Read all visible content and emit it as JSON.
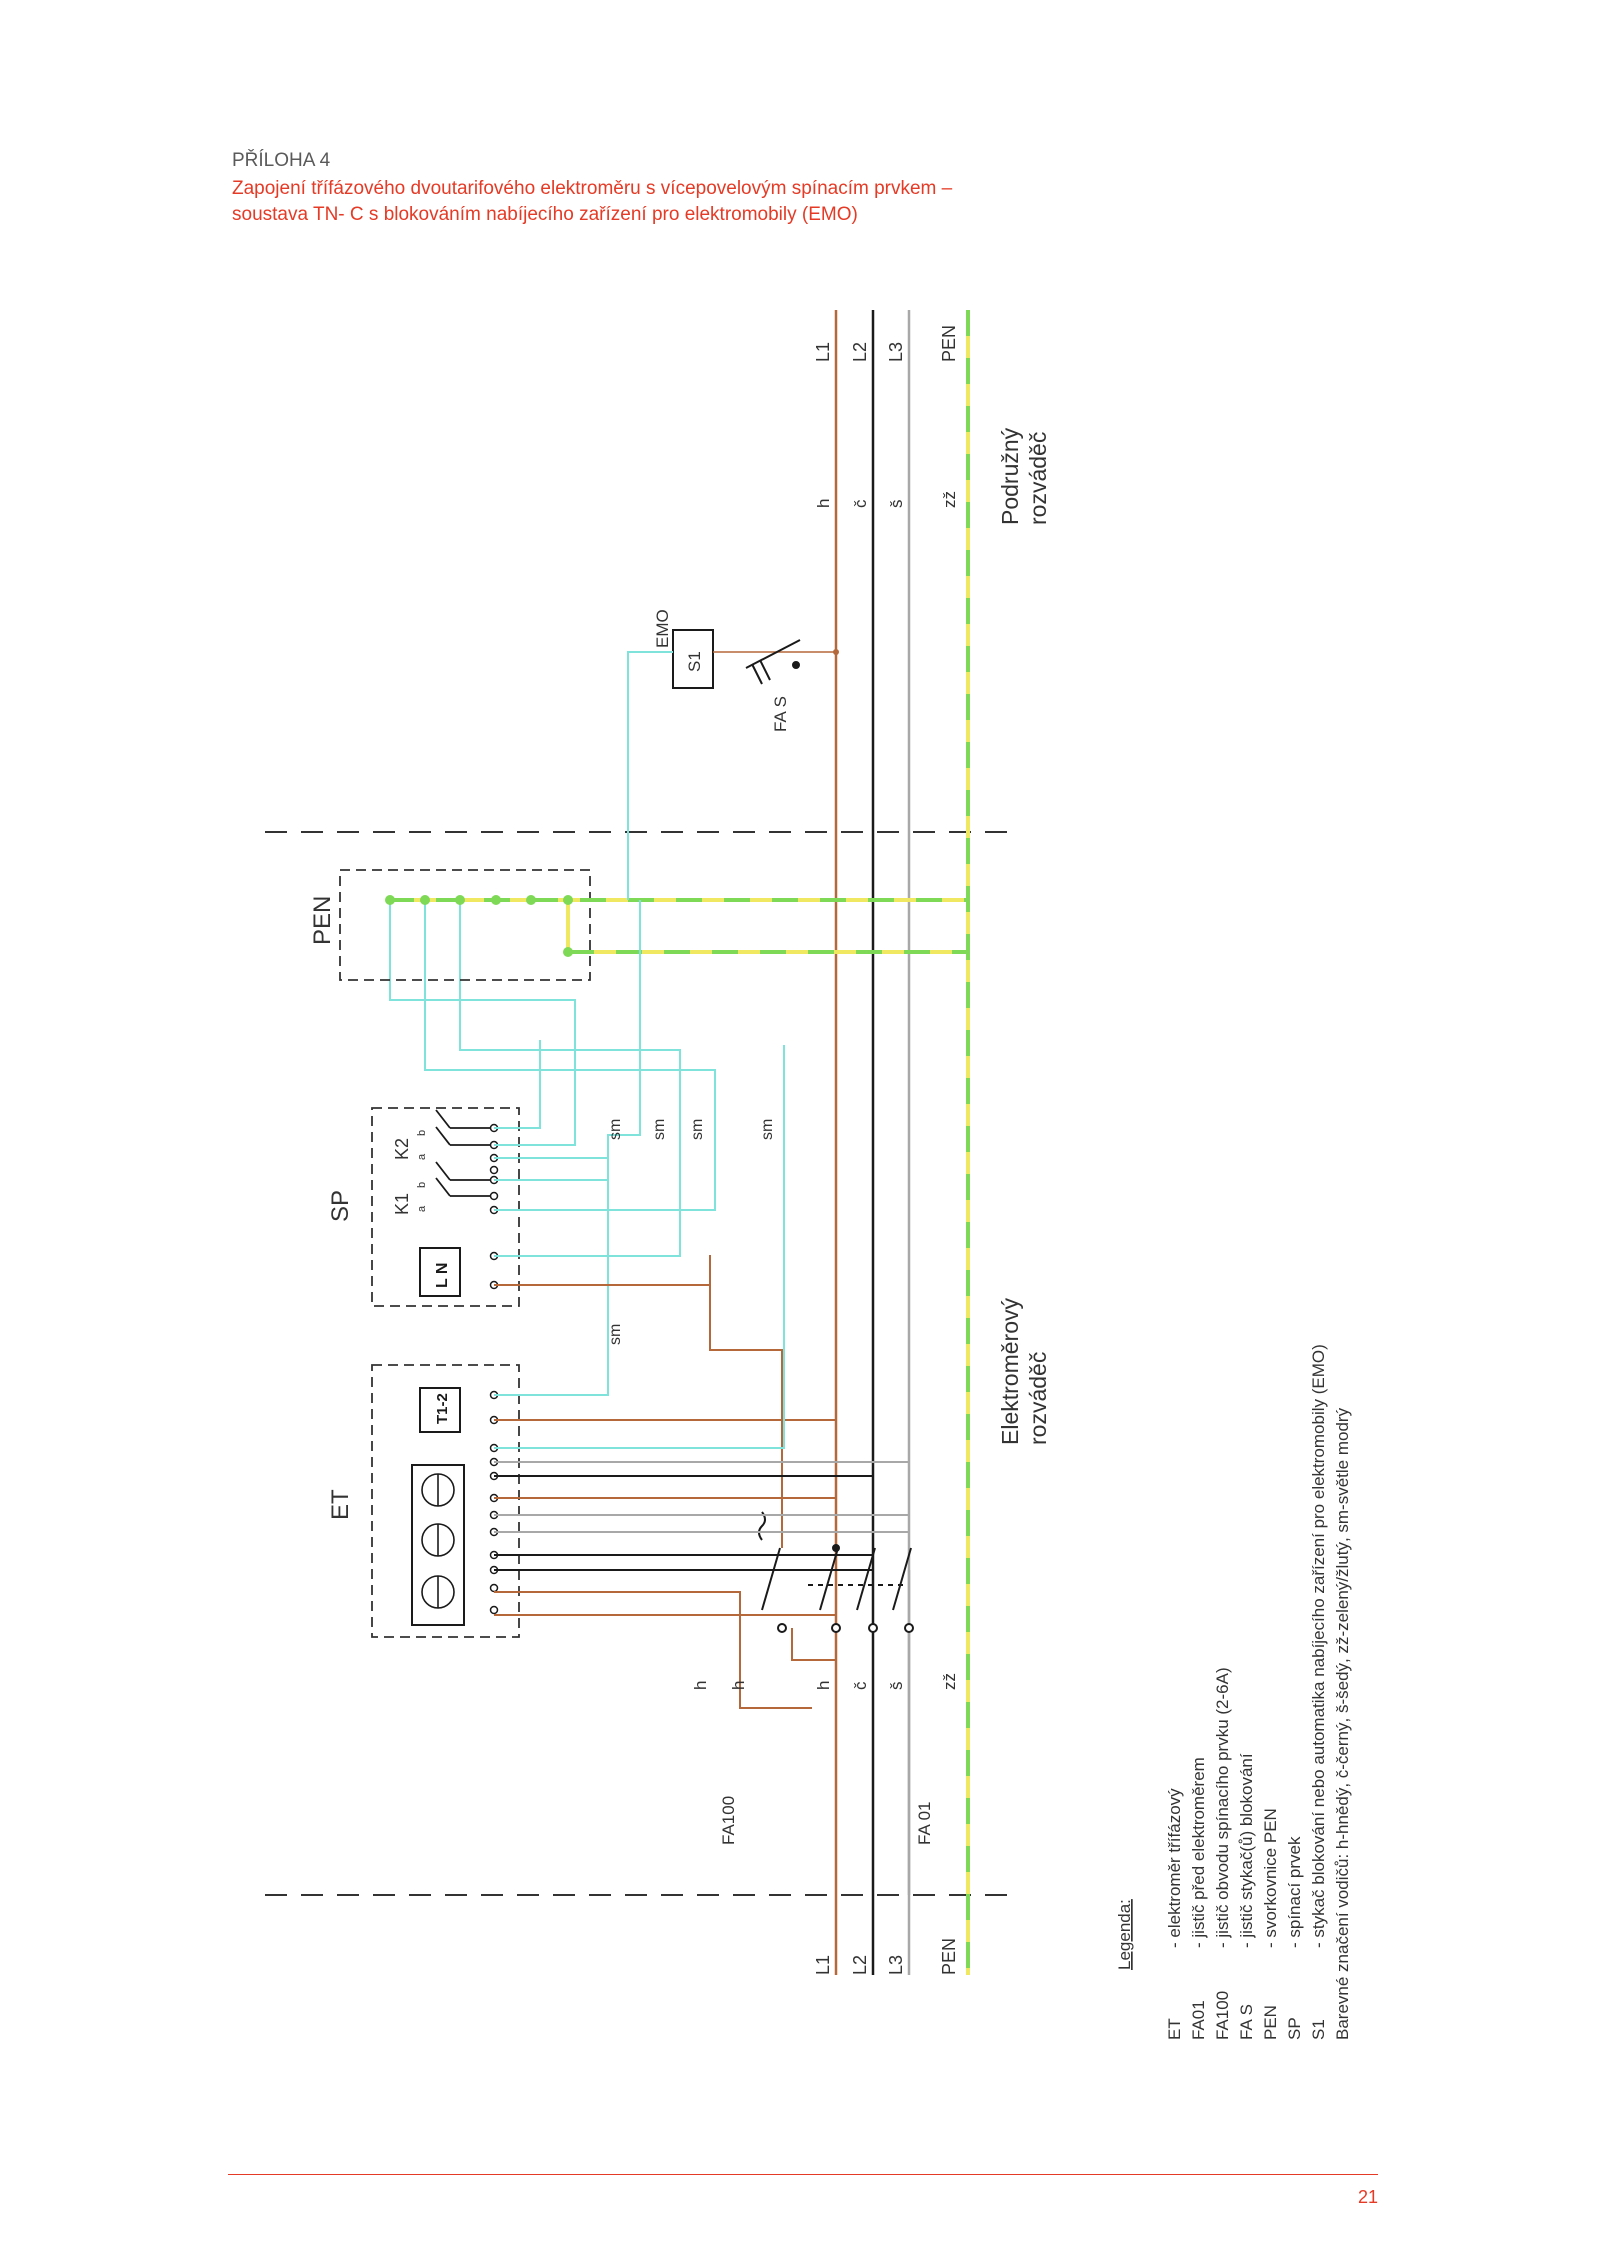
{
  "header": {
    "appendix": "PŘÍLOHA 4",
    "title_line1": "Zapojení třífázového dvoutarifového elektroměru s vícepovelovým spínacím prvkem –",
    "title_line2": "soustava TN- C s blokováním nabíjecího zařízení pro elektromobily (EMO)"
  },
  "bus": {
    "L1": "L1",
    "L2": "L2",
    "L3": "L3",
    "PEN": "PEN",
    "colors": {
      "L1": "h",
      "L2": "č",
      "L3": "š",
      "PEN": "zž"
    }
  },
  "sections": {
    "et": "ET",
    "sp": "SP",
    "pen": "PEN",
    "meter_board_line1": "Elektroměrový",
    "meter_board_line2": "rozváděč",
    "sub_board_line1": "Podružný",
    "sub_board_line2": "rozváděč"
  },
  "devices": {
    "fa100": "FA100",
    "fa01": "FA 01",
    "fas": "FA S",
    "emo": "EMO",
    "s1": "S1",
    "t12": "T1-2",
    "ln": "L N",
    "k1": "K1",
    "k2": "K2",
    "contact_a": "a",
    "contact_b": "b"
  },
  "wire_labels": {
    "sm": "sm",
    "h": "h",
    "c": "č",
    "s": "š",
    "zz": "zž"
  },
  "legend": {
    "title": "Legenda:",
    "items": [
      {
        "key": "ET",
        "text": "- elektroměr třífázový"
      },
      {
        "key": "FA01",
        "text": "- jistič před elektroměrem"
      },
      {
        "key": "FA100",
        "text": "- jistič obvodu spínacího prvku (2-6A)"
      },
      {
        "key": "FA S",
        "text": "- jistič stykač(ů) blokování"
      },
      {
        "key": "PEN",
        "text": "- svorkovnice PEN"
      },
      {
        "key": "SP",
        "text": "- spínací prvek"
      },
      {
        "key": "S1",
        "text": "- stykač blokování nebo automatika nabíjecího zařízení pro elektromobily (EMO)"
      }
    ],
    "color_note": "Barevné značení vodičů: h-hnědý, č-černý, š-šedý, zž-zelený/žlutý, sm-světle modrý"
  },
  "colors": {
    "accent_red": "#e53a25",
    "brown": "#b5683a",
    "black": "#1a1a1a",
    "grey": "#a8a8a8",
    "lightblue": "#7fe3dc",
    "green": "#7ed957",
    "yellow": "#f0e860"
  },
  "page_number": "21"
}
